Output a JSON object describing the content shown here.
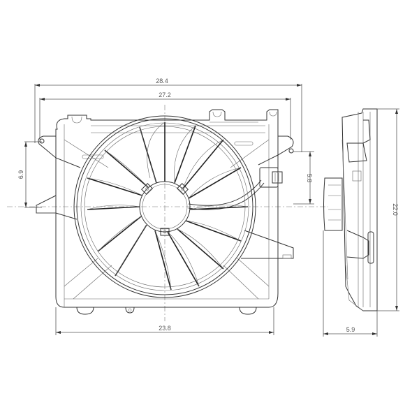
{
  "diagram": {
    "subject": "Radiator cooling fan assembly",
    "views": [
      "front-view",
      "side-view"
    ],
    "colors": {
      "line": "#333333",
      "dimension": "#555555",
      "background": "#ffffff"
    },
    "dimensions": {
      "overall_width": "28.4",
      "inner_width": "27.2",
      "left_offset_height": "6.9",
      "right_offset_height": "5.8",
      "overall_height": "22.0",
      "bottom_width": "23.8",
      "depth": "5.9"
    },
    "fan": {
      "blade_count": 15,
      "motor_mount_tabs": 3
    }
  }
}
